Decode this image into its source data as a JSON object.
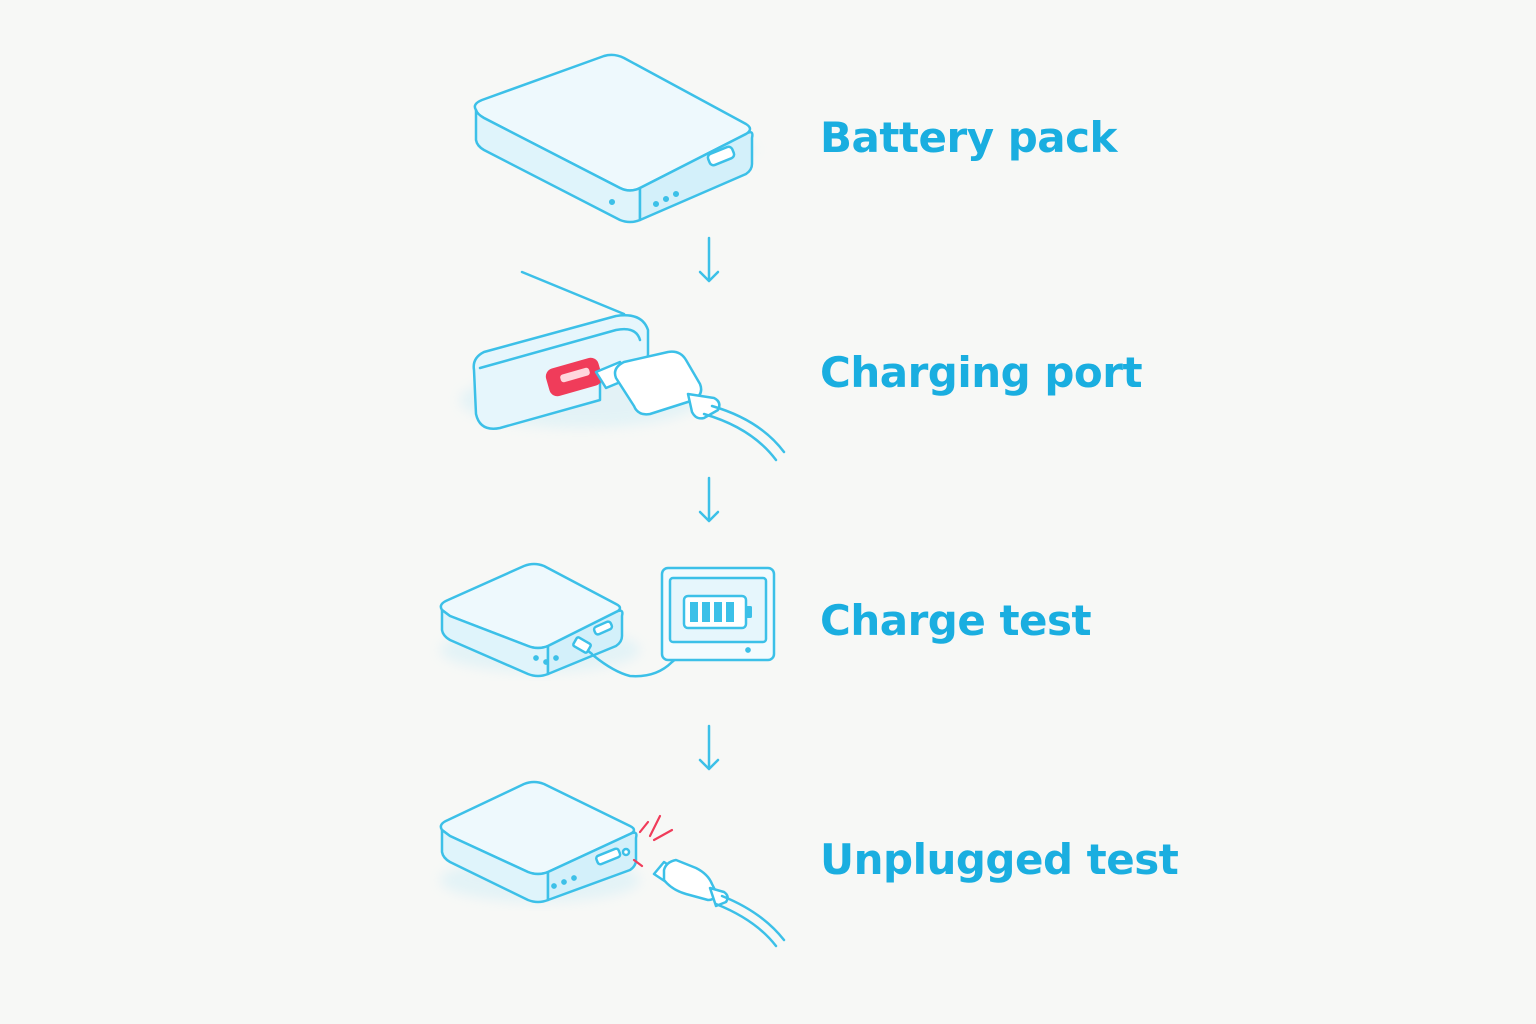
{
  "steps": [
    {
      "label": "Battery pack",
      "illustration": "battery-pack-icon"
    },
    {
      "label": "Charging port",
      "illustration": "charging-port-icon"
    },
    {
      "label": "Charge test",
      "illustration": "charge-test-icon"
    },
    {
      "label": "Unplugged test",
      "illustration": "unplugged-test-icon"
    }
  ],
  "connector_icon": "arrow-down-icon",
  "colors": {
    "background": "#f7f8f6",
    "label": "#1aaee0",
    "line": "#3cc0e8",
    "fill": "#e8f7fc",
    "highlight": "#f03c5a"
  }
}
